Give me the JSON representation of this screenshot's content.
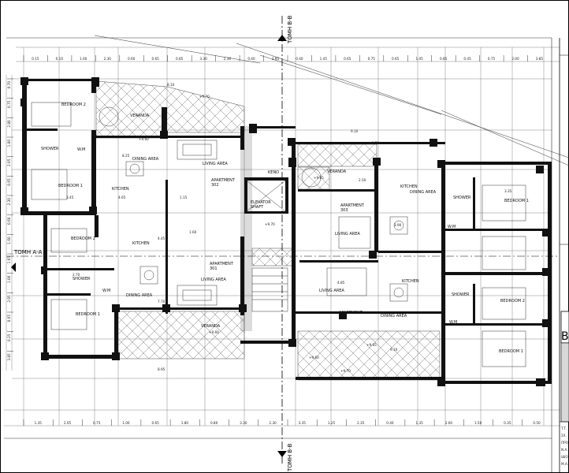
{
  "section_marks": {
    "top": "ΤΟΜΗ Β-Β",
    "bottom": "ΤΟΜΗ Β-Β",
    "left": "ΤΟΜΗ Α-Α"
  },
  "top_dimensions": [
    "0.15",
    "0.10",
    "1.60",
    "2.30",
    "0.60",
    "0.65",
    "0.85",
    "3.30",
    "2.30",
    "0.40",
    "3.95",
    "0.40",
    "1.45",
    "0.65",
    "0.75",
    "0.65",
    "1.05",
    "0.85",
    "0.45",
    "0.75",
    "2.00",
    "3.85"
  ],
  "bottom_dimensions": [
    "1.35",
    "2.05",
    "0.75",
    "1.00",
    "0.65",
    "1.80",
    "0.80",
    "3.30",
    "2.30",
    "3.35",
    "1.25",
    "2.35",
    "0.40",
    "1.35",
    "2.00",
    "1.50",
    "0.35",
    "0.50"
  ],
  "left_dimensions": [
    "0.70",
    "0.75",
    "2.80",
    "1.00",
    "2.05",
    "0.65",
    "2.30",
    "0.60",
    "1.60",
    "1.65",
    "1.00",
    "2.05",
    "0.65",
    "0.25",
    "3.85"
  ],
  "rooms": {
    "bedroom_2_nw": "BEDROOM 2",
    "veranda_n": "VERANDA",
    "dining_area_w": "DINING AREA",
    "living_area_w": "LIVING AREA",
    "apartment_302": "APARTMENT\n302",
    "bedroom_1_nw": "BEDROOM 1",
    "kitchen_nw": "KITCHEN",
    "shower_nw": "SHOWER",
    "wm_nw": "W.M",
    "elevator": "ELEVATOR\nSHAFT",
    "keno": "KENO",
    "veranda_ne": "VERANDA",
    "apartment_303": "APARTMENT\n303",
    "living_area_e": "LIVING AREA",
    "dining_area_e": "DINING AREA",
    "kitchen_e": "KITCHEN",
    "bedroom_1_e": "BEDROOM 1",
    "shower_e": "SHOWER",
    "wm_e": "W.M",
    "bedroom_2_w": "BEDROOM 2",
    "kitchen_w": "KITCHEN",
    "shower_w": "SHOWER",
    "wm_w": "W.M",
    "dining_area_sw": "DINING AREA",
    "apartment_301": "APARTMENT\n301",
    "living_area_sw": "LIVING AREA",
    "bedroom_1_sw": "BEDROOM 1",
    "veranda_s": "VERANDA",
    "living_area_se": "LIVING AREA",
    "apartment_304": "APARTMENT\n304",
    "dining_area_se": "DINING AREA",
    "kitchen_se": "KITCHEN",
    "shower_se": "SHOWER",
    "bedroom_2_se": "BEDROOM 2",
    "bedroom_1_se": "BEDROOM 1",
    "wm_se": "W.M"
  },
  "levels": [
    "+9.70",
    "+9.60",
    "+9.70",
    "+9.65",
    "+9.70",
    "+9.65",
    "+9.60",
    "+9.70",
    "+9.60"
  ],
  "inner_dims": [
    "8.25",
    "8.10",
    "9.10",
    "4.45",
    "4.85",
    "7.70",
    "3.90",
    "9.10",
    "8.95",
    "3.45",
    "3.35",
    "2.70",
    "4.65",
    "1.15",
    "1.60",
    "2.50"
  ],
  "title_block": {
    "letter": "B",
    "lines": [
      "T.T.",
      "ΣΧ.",
      "ΠΡΟ",
      "N.A.",
      "ΙΔΙΟ",
      "Μ.Α."
    ]
  }
}
